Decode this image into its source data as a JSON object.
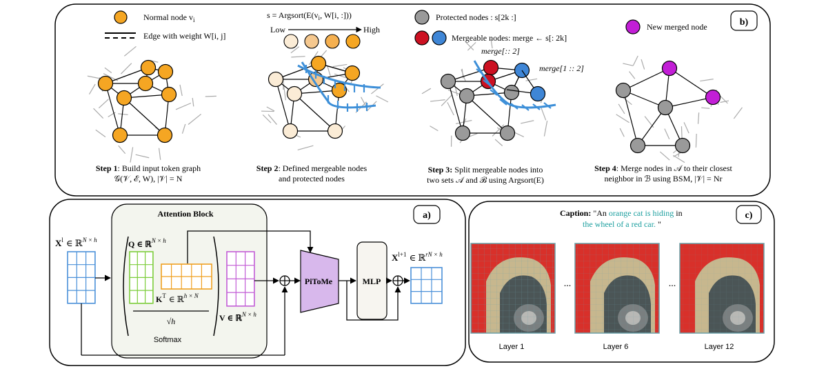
{
  "panel_b": {
    "badge": "b)",
    "legend": {
      "normal_node": "Normal node v",
      "normal_node_sub": "i",
      "edge": "Edge with weight W[i, j]",
      "protected": "Protected nodes : s[2k :]",
      "mergeable": "Mergeable nodes: merge ← s[: 2k]",
      "new_merged": "New merged node"
    },
    "argsort": "s = Argsort(E(v",
    "argsort_sub": "i",
    "argsort_tail": ", W[i, :]))",
    "low": "Low",
    "high": "High",
    "merge_even": "merge[:: 2]",
    "merge_odd": "merge[1 :: 2]",
    "steps": [
      {
        "bold": "Step 1",
        "line1": ": Build input token graph",
        "line2": "𝒢(𝒱, ℰ, W), |𝒱| = N"
      },
      {
        "bold": "Step 2",
        "line1": ": Defined mergeable nodes",
        "line2": "and protected nodes"
      },
      {
        "bold": "Step 3:",
        "line1": " Split mergeable nodes into",
        "line2": "two sets 𝒜 and ℬ using Argsort(E)"
      },
      {
        "bold": "Step 4",
        "line1": ": Merge nodes in 𝒜 to their closest",
        "line2": "neighbor in ℬ using BSM, |𝒱| = Nr"
      }
    ]
  },
  "panel_a": {
    "badge": "a)",
    "attention_title": "Attention Block",
    "x_in": "X",
    "x_in_sup": "l",
    "x_in_space": "∈ ℝ",
    "x_in_dim": "N × h",
    "q_label": "Q ∈ ℝ",
    "q_dim": "N × h",
    "k_label": "K",
    "k_sup": "T",
    "k_space": "∈ ℝ",
    "k_dim": "h × N",
    "sqrt": "√h",
    "v_label": "V ∈ ℝ",
    "v_dim": "N × h",
    "softmax": "Softmax",
    "pitome": "PiToMe",
    "mlp": "MLP",
    "x_out": "X",
    "x_out_sup": "l+1",
    "x_out_space": "∈ ℝ",
    "x_out_dim": "rN × h"
  },
  "panel_c": {
    "badge": "c)",
    "caption_label": "Caption:",
    "caption_q1": " \"An ",
    "caption_h1": "orange cat is hiding",
    "caption_mid": " in",
    "caption_h2": "the wheel of a red car.",
    "caption_q2": " \"",
    "dots1": "...",
    "dots2": "...",
    "layers": [
      "Layer 1",
      "Layer 6",
      "Layer 12"
    ]
  },
  "colors": {
    "orange": "#f5a623",
    "light_orange": "#f5c88f",
    "pale": "#fbecd6",
    "gray_node": "#9a9a9a",
    "red_node": "#cc1122",
    "blue_node": "#3f86d6",
    "purple_node": "#c21ed6",
    "blue_cut": "#3d8fd8",
    "teal_text": "#1a9e9e",
    "q_green": "#7ccd3a",
    "k_orange": "#f0a020",
    "v_purple": "#c25cd6",
    "x_blue": "#4a90d9",
    "pitome_fill": "#d8b8ec",
    "attn_fill": "#f3f5ee",
    "mlp_fill": "#f7f5f0"
  }
}
